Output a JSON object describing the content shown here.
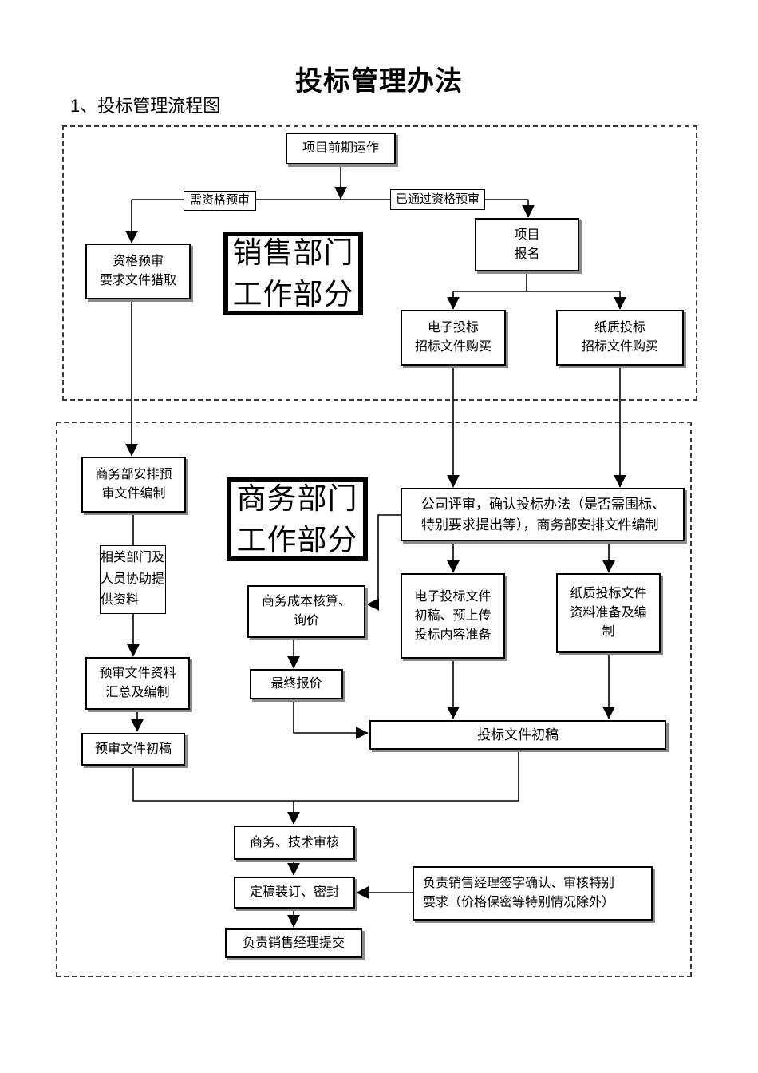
{
  "page": {
    "title": "投标管理办法",
    "subtitle": "1、投标管理流程图"
  },
  "colors": {
    "box_border": "#000000",
    "box_shadow": "#8a8a8a",
    "connector_line": "#000000",
    "section_border_dashed": "#3a3a3a",
    "background": "#ffffff"
  },
  "sections": {
    "sales": {
      "label_line1": "销售部门",
      "label_line2": "工作部分"
    },
    "business": {
      "label_line1": "商务部门",
      "label_line2": "工作部分"
    }
  },
  "nodes": {
    "project_pre_operation": {
      "line1": "项目前期运作"
    },
    "label_need_prequal": {
      "line1": "需资格预审"
    },
    "label_passed_prequal": {
      "line1": "已通过资格预审"
    },
    "prequal_doc_obtain": {
      "line1": "资格预审",
      "line2": "要求文件猎取"
    },
    "project_signup": {
      "line1": "项目",
      "line2": "报名"
    },
    "e_bid_purchase": {
      "line1": "电子投标",
      "line2": "招标文件购买"
    },
    "paper_bid_purchase": {
      "line1": "纸质投标",
      "line2": "招标文件购买"
    },
    "biz_arrange_prequal": {
      "line1": "商务部安排预",
      "line2": "审文件编制"
    },
    "company_review": {
      "line1": "公司评审，确认投标办法（是否需围标、",
      "line2": "特别要求提出等），商务部安排文件编制"
    },
    "related_dept_assist": {
      "line1": "相关部门及",
      "line2": "人员协助提",
      "line3": "供资料"
    },
    "cost_accounting": {
      "line1": "商务成本核算、",
      "line2": "询价"
    },
    "e_bid_draft": {
      "line1": "电子投标文件",
      "line2": "初稿、预上传",
      "line3": "投标内容准备"
    },
    "paper_bid_prep": {
      "line1": "纸质投标文件",
      "line2": "资料准备及编",
      "line3": "制"
    },
    "prequal_summary": {
      "line1": "预审文件资料",
      "line2": "汇总及编制"
    },
    "final_quote": {
      "line1": "最终报价"
    },
    "prequal_draft": {
      "line1": "预审文件初稿"
    },
    "bid_draft": {
      "line1": "投标文件初稿"
    },
    "review_biz_tech": {
      "line1": "商务、技术审核"
    },
    "finalize_seal": {
      "line1": "定稿装订、密封"
    },
    "sales_manager_confirm": {
      "line1": "负责销售经理签字确认、审核特别",
      "line2": "要求（价格保密等特别情况除外）"
    },
    "sales_manager_submit": {
      "line1": "负责销售经理提交"
    }
  }
}
